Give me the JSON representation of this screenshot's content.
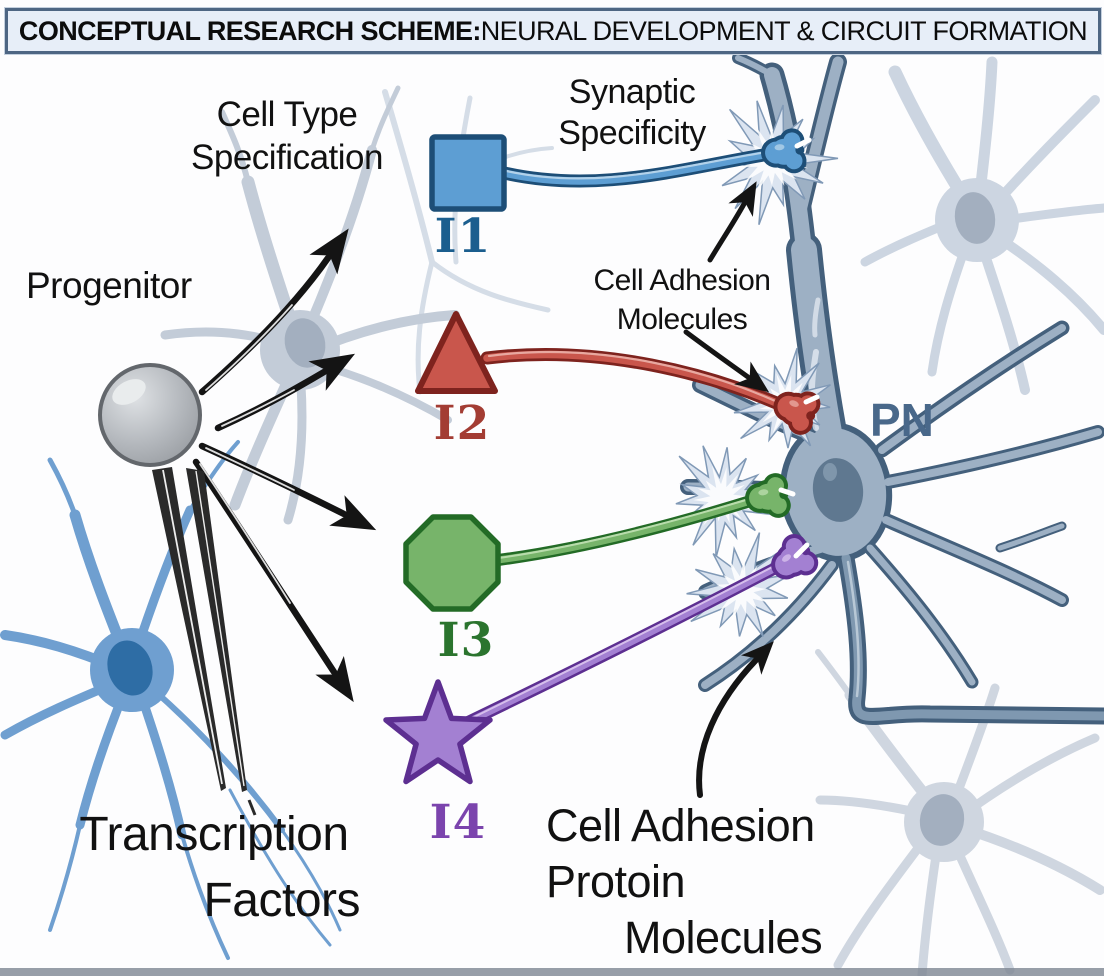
{
  "title": {
    "bold": "CONCEPTUAL RESEARCH SCHEME:",
    "regular": " NEURAL DEVELOPMENT & CIRCUIT FORMATION"
  },
  "labels": {
    "progenitor": "Progenitor",
    "cell_type": {
      "line1": "Cell Type",
      "line2": "Specification"
    },
    "synaptic": {
      "line1": "Synaptic",
      "line2": "Specificity"
    },
    "cell_adhesion": {
      "line1": "Cell Adhesion",
      "line2": "Molecules"
    },
    "cell_adhesion_protein": {
      "line1": "Cell Adhesion",
      "line2": "Protoin",
      "line3": "Molecules"
    },
    "transcription": {
      "line1": "Transcription",
      "line2": "Factors"
    },
    "pn": "PN"
  },
  "interneurons": [
    {
      "id": "I1",
      "shape": "square",
      "color": "#5d9ed3"
    },
    {
      "id": "I2",
      "shape": "triangle",
      "color": "#c9564c"
    },
    {
      "id": "I3",
      "shape": "octagon",
      "color": "#77b46a"
    },
    {
      "id": "I4",
      "shape": "star",
      "color": "#a380d2"
    }
  ],
  "interneuron_labels": {
    "i1": "I1",
    "i2": "I2",
    "i3": "I3",
    "i4": "I4"
  },
  "palette": {
    "i1": {
      "dark": "#1d4e77",
      "main": "#5d9ed3",
      "light": "#b3d2ea",
      "label": "#1b5e8e"
    },
    "i2": {
      "dark": "#7e231e",
      "main": "#c9564c",
      "light": "#e8a8a0",
      "label": "#a33c33"
    },
    "i3": {
      "dark": "#236b26",
      "main": "#77b46a",
      "light": "#b9dcac",
      "label": "#2b742e"
    },
    "i4": {
      "dark": "#5d2f91",
      "main": "#a380d2",
      "light": "#d6bfec",
      "label": "#7b44ad"
    },
    "pn": {
      "body": "#9db0c4",
      "outline": "#44607c",
      "nucleus": "#5f7890",
      "label": "#49688a"
    },
    "burst": {
      "fill": "#dbe4f0",
      "stroke": "#8099b6"
    },
    "background_neurons": {
      "light": "#ccd5e1",
      "mid": "#c3ccd8",
      "nucleus": "#a3afbf",
      "blue": "#6f9fd0",
      "blue_nucleus": "#2e6da5"
    },
    "progenitor": {
      "main": "#b9bdc2",
      "stroke": "#63676c",
      "highlight": "#e9eced"
    },
    "arrow": "#141414",
    "title_bg": "#e7eef8",
    "title_border": "#4e6683"
  }
}
